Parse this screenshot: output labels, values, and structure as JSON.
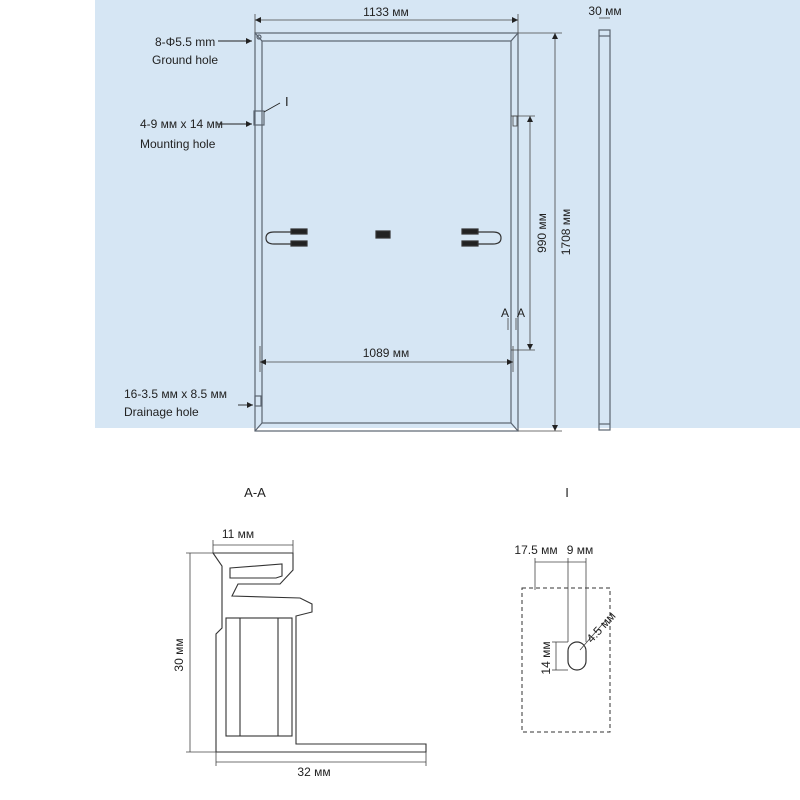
{
  "colors": {
    "panel_background": "#d6e6f4",
    "line": "#5a6470",
    "profile_fill": "#ffffff"
  },
  "top_view": {
    "width_label": "1133 мм",
    "height_label": "1708 мм",
    "mount_span_label": "990 мм",
    "inner_width_label": "1089 мм",
    "section_marker_left": "A",
    "section_marker_right": "A",
    "detail_marker": "I",
    "ground_hole": {
      "spec": "8-Φ5.5 mm",
      "name": "Ground hole"
    },
    "mounting_hole": {
      "spec": "4-9 мм x 14 мм",
      "name": "Mounting hole"
    },
    "drainage_hole": {
      "spec": "16-3.5 мм x 8.5 мм",
      "name": "Drainage hole"
    }
  },
  "side_view": {
    "thickness_label": "30 мм"
  },
  "section_aa": {
    "title": "A-A",
    "top_width_label": "11 мм",
    "height_label": "30 мм",
    "bottom_width_label": "32 мм"
  },
  "detail_i": {
    "title": "I",
    "offset_label": "17.5 мм",
    "slot_width_label": "9 мм",
    "slot_length_label": "14 мм",
    "radius_label": "4.5 мм"
  }
}
